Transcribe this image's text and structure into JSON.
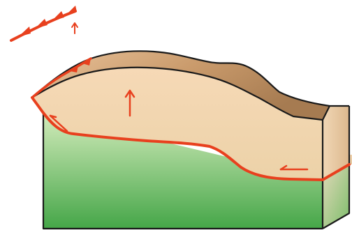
{
  "diagram": {
    "kind": "thrust-fault-block",
    "colors": {
      "fault_line": "#e8401e",
      "outline": "#1a1a1a",
      "footwall_bottom": "#45a648",
      "footwall_top": "#d4ecbc",
      "hanging_wall_face_bottom": "#ecd2a8",
      "hanging_wall_face_top": "#f6d9b6",
      "top_surface_light": "#e9c39b",
      "top_surface_dark": "#a67b51"
    },
    "symbols": {
      "map_legend": "thrust-fault-symbol-with-teeth",
      "uplift_arrow": "up-arrow-icon",
      "slip_arrows": "fault-slip-arrow-icons"
    }
  }
}
